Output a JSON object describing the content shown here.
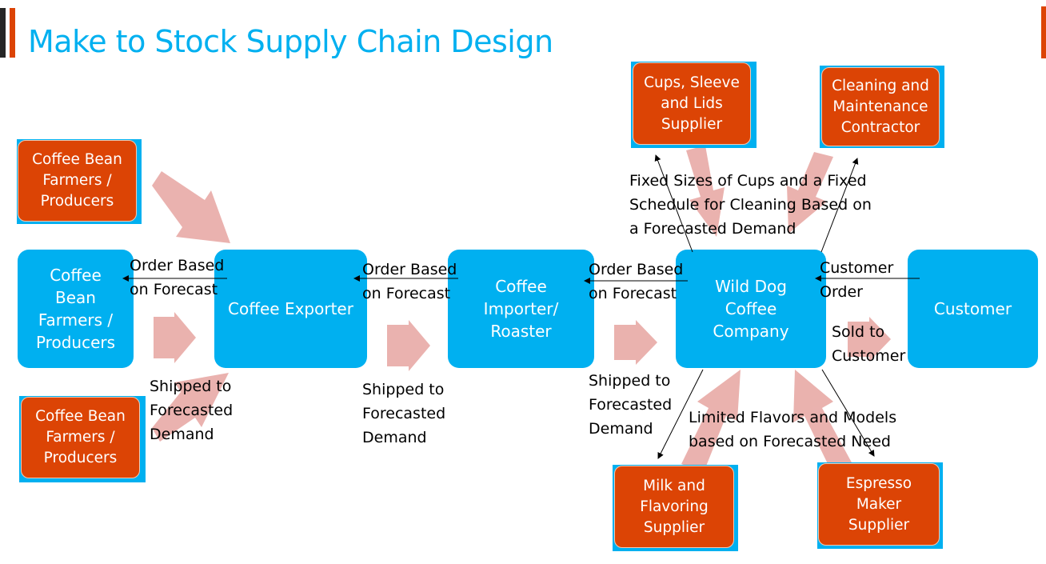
{
  "title": "Make to Stock Supply Chain Design",
  "colors": {
    "title": "#00b0f0",
    "primary_node": "#00b0f0",
    "supplier_node": "#dc4405",
    "flow_arrow": "#e8aaa6",
    "accent_bar": "#dc4405",
    "dark_bar": "#262626"
  },
  "main_chain": [
    {
      "id": "farmers",
      "label": "Coffee\nBean\nFarmers /\nProducers"
    },
    {
      "id": "exporter",
      "label": "Coffee Exporter"
    },
    {
      "id": "importer",
      "label": "Coffee\nImporter/\nRoaster"
    },
    {
      "id": "wilddog",
      "label": "Wild Dog\nCoffee\nCompany"
    },
    {
      "id": "customer",
      "label": "Customer"
    }
  ],
  "suppliers": {
    "farmers_top": "Coffee Bean\nFarmers /\nProducers",
    "farmers_bottom": "Coffee Bean\nFarmers /\nProducers",
    "cups": "Cups, Sleeve\nand Lids\nSupplier",
    "cleaning": "Cleaning and\nMaintenance\nContractor",
    "milk": "Milk and\nFlavoring\nSupplier",
    "espresso": "Espresso\nMaker\nSupplier"
  },
  "labels": {
    "order_1": "Order Based\non Forecast",
    "order_2": "Order Based\non Forecast",
    "order_3": "Order Based\non Forecast",
    "customer_order": "Customer\nOrder",
    "shipped_1": "Shipped to\nForecasted\nDemand",
    "shipped_2": "Shipped to\nForecasted\nDemand",
    "shipped_3": "Shipped to\nForecasted\nDemand",
    "sold": "Sold to\nCustomer",
    "top_note": "Fixed Sizes of Cups and a Fixed\nSchedule for Cleaning Based on\na Forecasted Demand",
    "bottom_note": "Limited Flavors and Models\nbased on Forecasted Need"
  }
}
